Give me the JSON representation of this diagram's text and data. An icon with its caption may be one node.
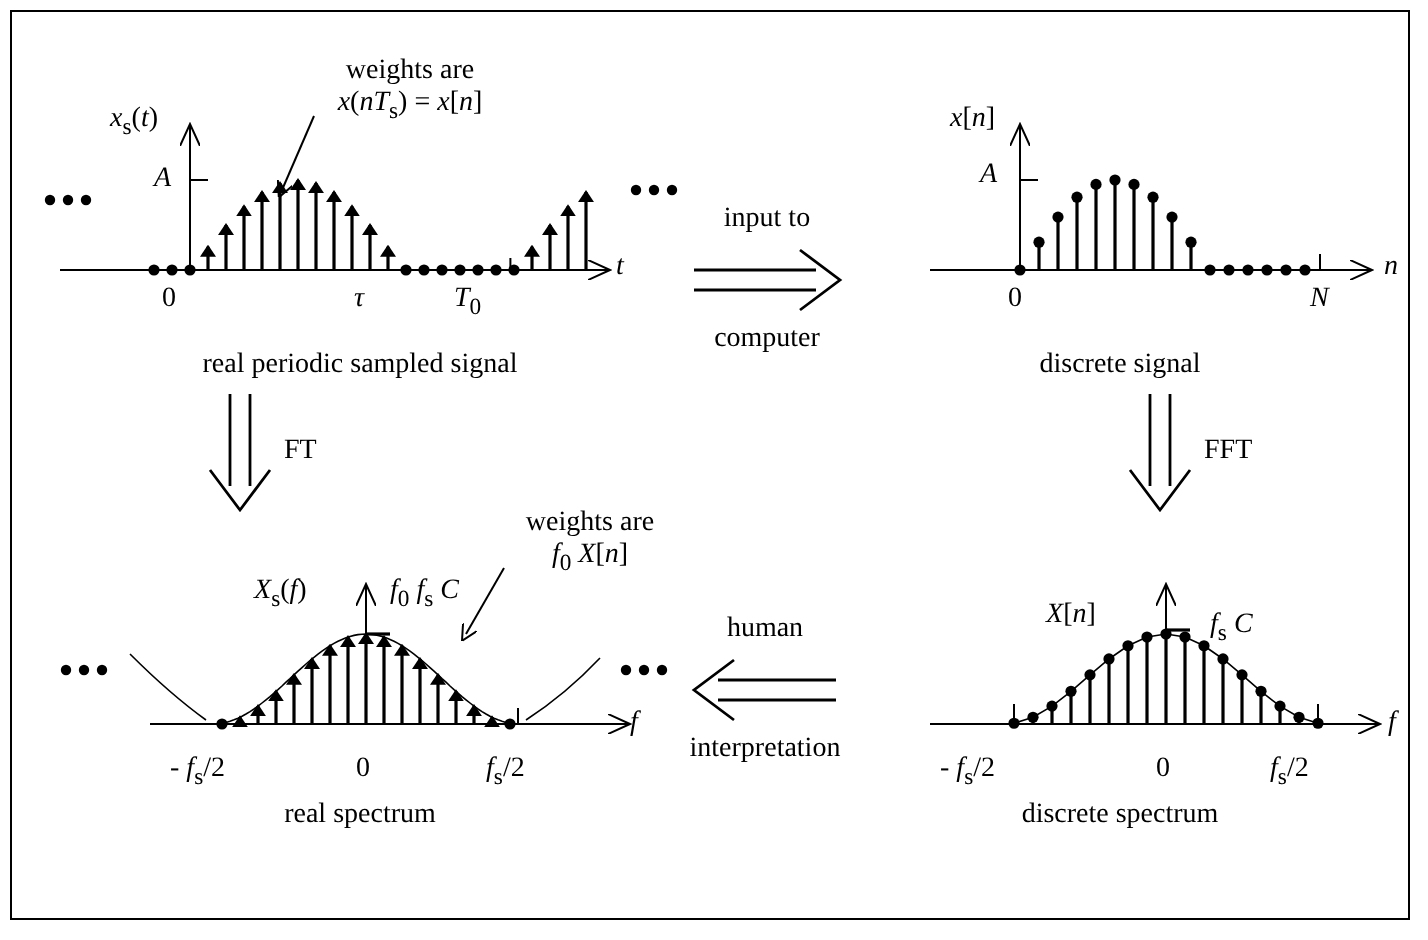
{
  "diagram": {
    "nodes": [
      {
        "text": [
          "*x*$_{s}$(*t*)",
          "A",
          "0",
          "τ",
          "*T*$_{0}$",
          "t",
          "real periodic sampled signal"
        ]
      },
      {
        "text": [
          "*x*[*n*]",
          "A",
          "0",
          "N",
          "n",
          "discrete signal"
        ]
      },
      {
        "text": [
          "*X*$_{s}$(*f*)",
          "*f*$_{0}$ *f*$_{s}$ *C*",
          "- *f*$_{s}$/2",
          "0",
          "*f*$_{s}$/2",
          "f",
          "real spectrum"
        ]
      },
      {
        "text": [
          "*X*[*n*]",
          "*f*$_{s}$ *C*",
          "- *f*$_{s}$/2",
          "0",
          "*f*$_{s}$/2",
          "f",
          "discrete spectrum"
        ]
      },
      {
        "text": [
          "weights are",
          "*x*(*nT*$_{s}$) = *x*[*n*]"
        ]
      },
      {
        "text": [
          "weights are",
          "*f*$_{0}$ *X*[*n*]"
        ]
      }
    ],
    "edges": [
      {
        "from": 0,
        "to": 1,
        "arrow": "to",
        "label": "input to computer"
      },
      {
        "from": 0,
        "to": 2,
        "arrow": "to",
        "label": "FT"
      },
      {
        "from": 1,
        "to": 3,
        "arrow": "to",
        "label": "FFT"
      },
      {
        "from": 3,
        "to": 2,
        "arrow": "to",
        "label": "human interpretation"
      },
      {
        "from": 4,
        "to": 0,
        "arrow": "to"
      },
      {
        "from": 5,
        "to": 2,
        "arrow": "to"
      }
    ]
  }
}
